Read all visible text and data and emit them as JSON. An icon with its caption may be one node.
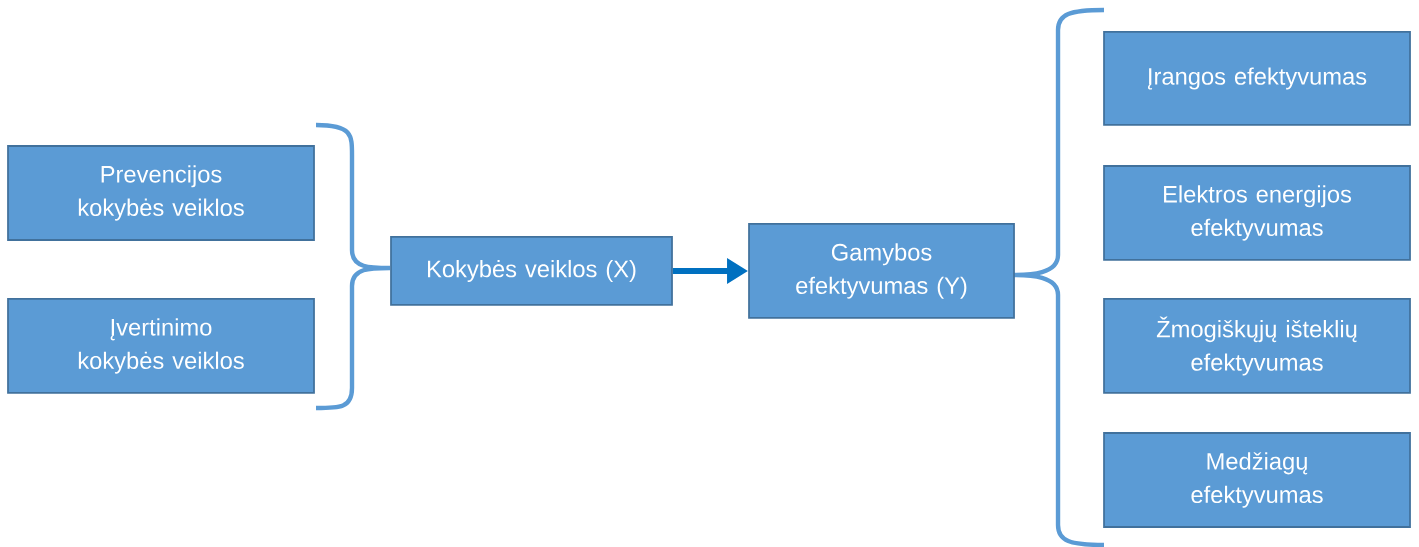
{
  "diagram": {
    "nodes": [
      {
        "text": [
          "Prevencijos kokybės veiklos"
        ]
      },
      {
        "text": [
          "Įvertinimo kokybės veiklos"
        ]
      },
      {
        "text": [
          "Kokybės veiklos (X)"
        ]
      },
      {
        "text": [
          "Gamybos efektyvumas (Y)"
        ]
      },
      {
        "text": [
          "Įrangos efektyvumas"
        ]
      },
      {
        "text": [
          "Elektros energijos efektyvumas"
        ]
      },
      {
        "text": [
          "Žmogiškųjų išteklių efektyvumas"
        ]
      },
      {
        "text": [
          "Medžiagų efektyvumas"
        ]
      }
    ],
    "edges": [
      {
        "from": 2,
        "to": 3,
        "arrow": "to"
      }
    ]
  }
}
